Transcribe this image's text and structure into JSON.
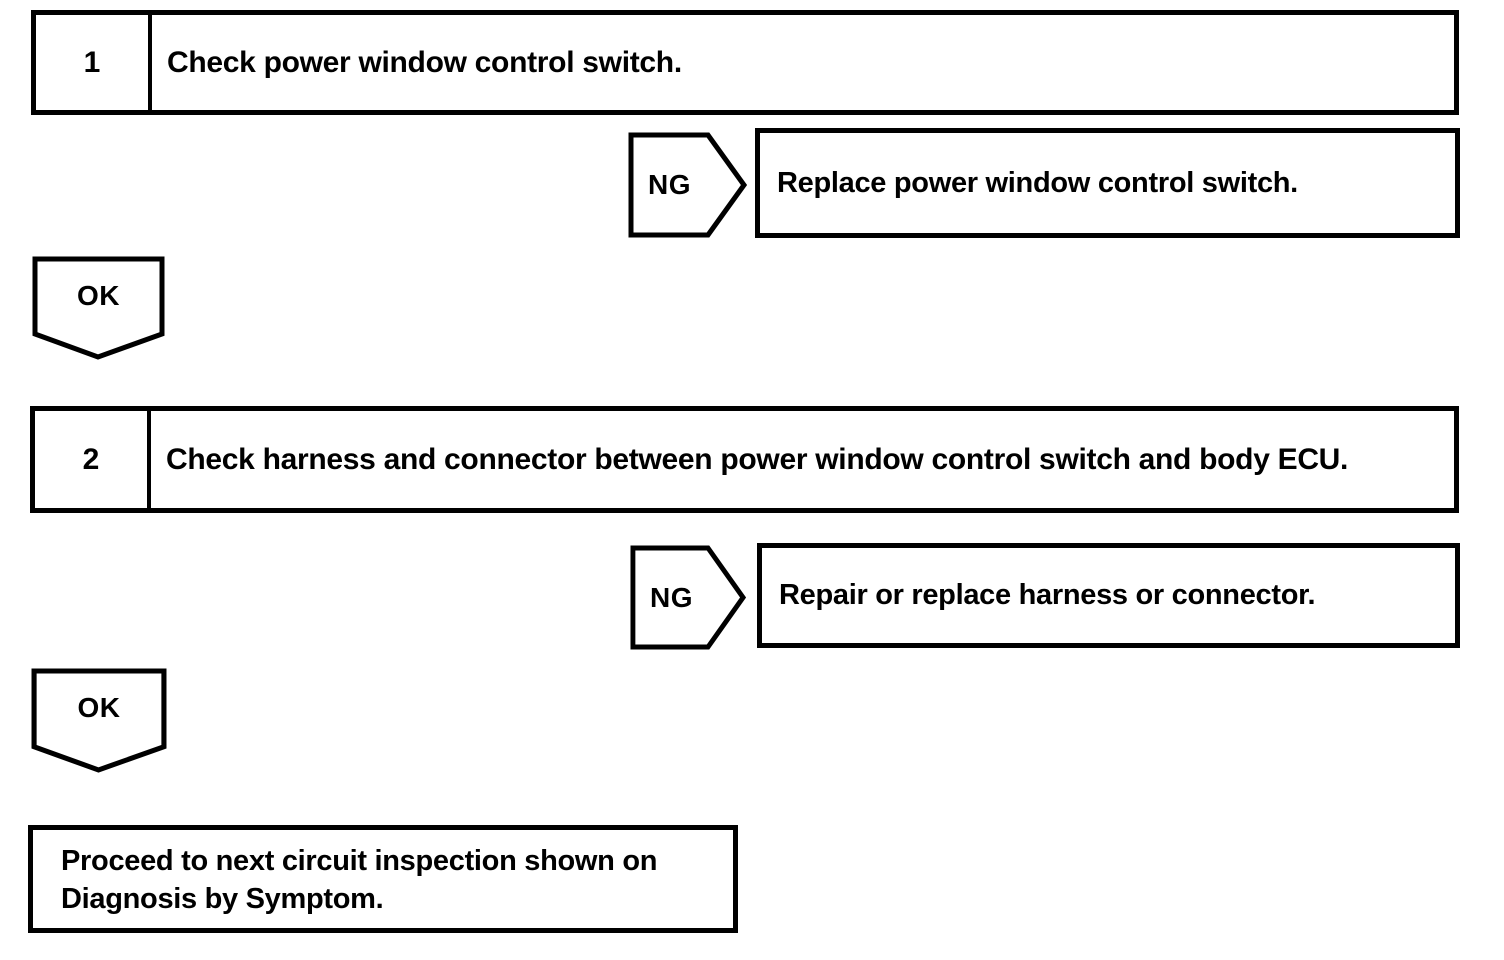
{
  "colors": {
    "ink": "#000000",
    "paper": "#ffffff"
  },
  "flowchart": {
    "steps": [
      {
        "number": "1",
        "instruction": "Check power window control switch.",
        "ng_label": "NG",
        "ng_result": "Replace power window control switch.",
        "ok_label": "OK"
      },
      {
        "number": "2",
        "instruction": "Check harness and connector between power window control switch and body ECU.",
        "ng_label": "NG",
        "ng_result": "Repair or replace harness or connector.",
        "ok_label": "OK"
      }
    ],
    "final_action": "Proceed to next circuit inspection shown on Diagnosis by Symptom."
  }
}
